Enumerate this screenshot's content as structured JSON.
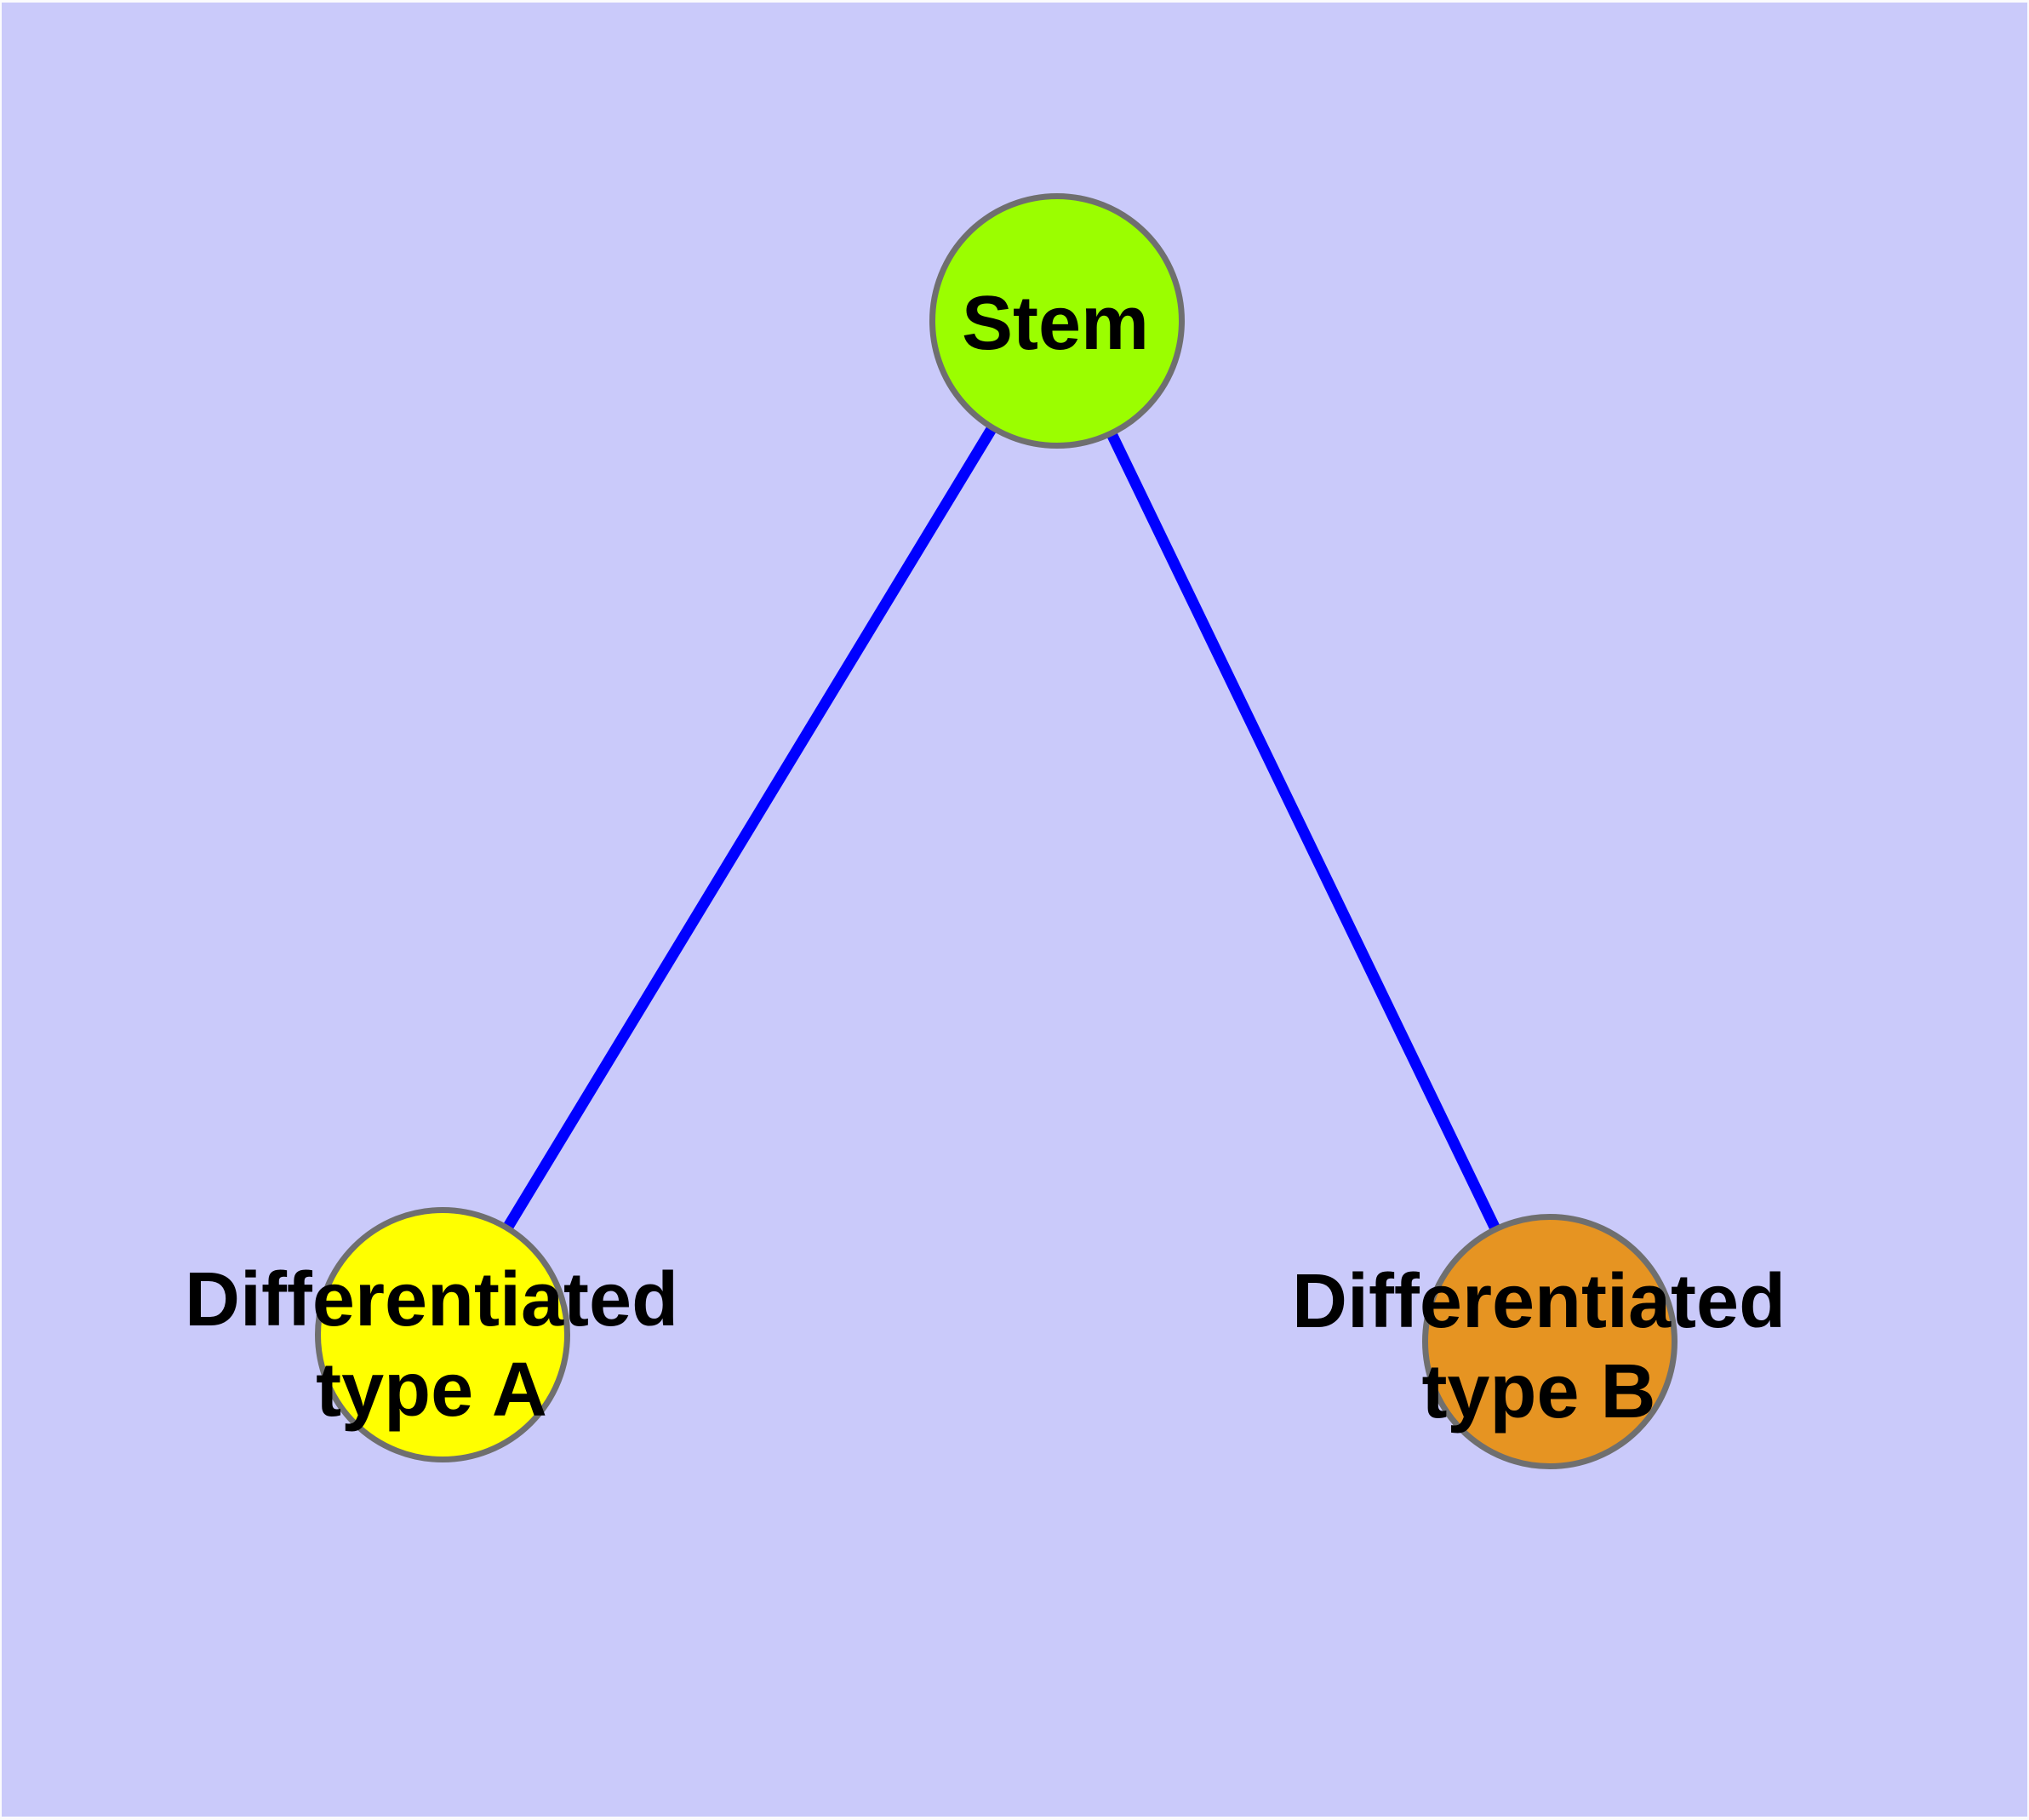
{
  "background_color": "#CACAFA",
  "graph": {
    "type": "tree-diagram",
    "label_color": "#000000",
    "node_border_color": "#6F6F6F",
    "nodes": [
      {
        "id": "stem",
        "label": "Stem",
        "fill": "#9BFE00"
      },
      {
        "id": "type-a",
        "label_line1": "Differentiated",
        "label_line2": "type A",
        "fill": "#FFFF00"
      },
      {
        "id": "type-b",
        "label_line1": "Differentiated",
        "label_line2": "type B",
        "fill": "#E69422"
      }
    ],
    "edges": [
      {
        "from": "stem",
        "to": "type-a",
        "color": "#0000FF"
      },
      {
        "from": "stem",
        "to": "type-b",
        "color": "#0000FF"
      }
    ]
  }
}
